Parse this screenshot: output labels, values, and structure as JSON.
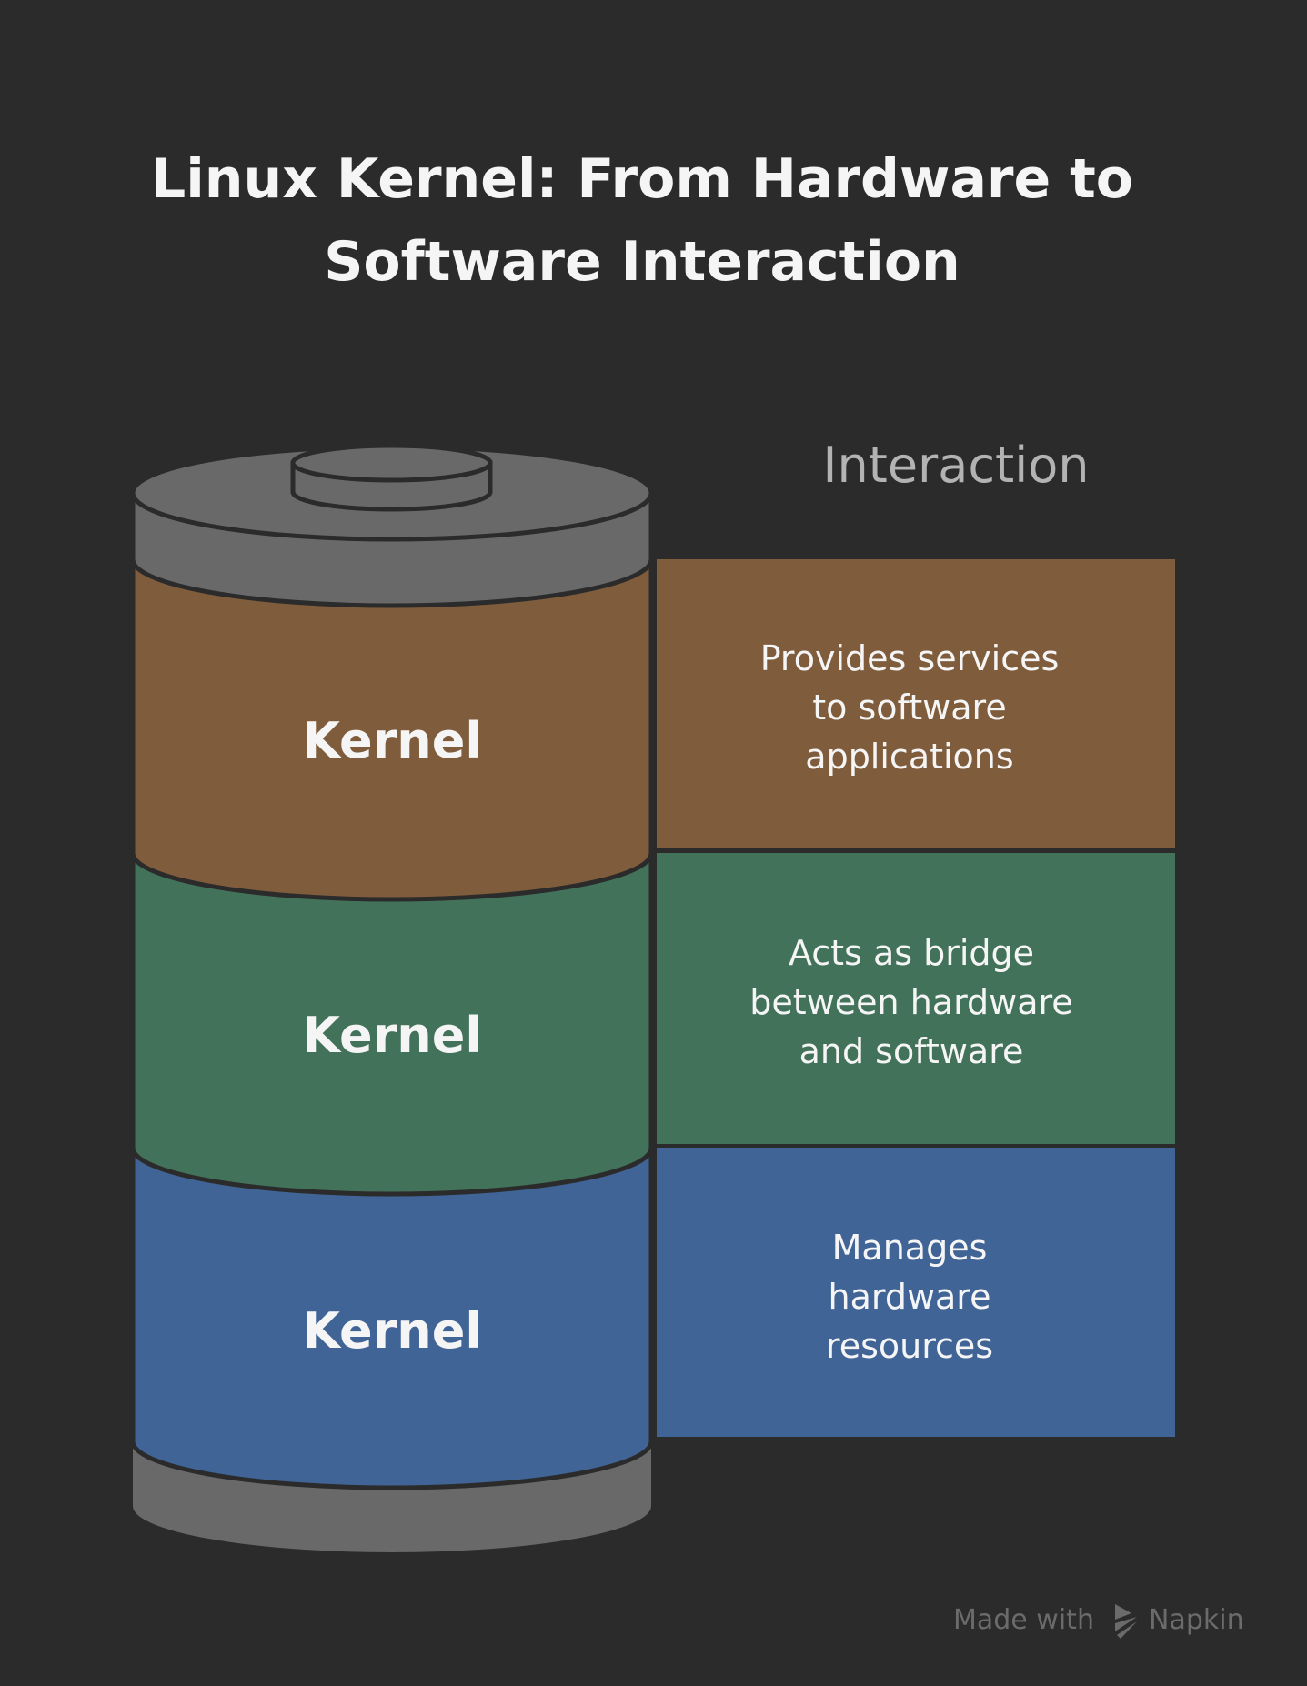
{
  "title": {
    "line1": "Linux Kernel: From Hardware to",
    "line2": "Software Interaction"
  },
  "column_header": "Interaction",
  "layers": [
    {
      "label": "Kernel",
      "description": [
        "Provides services",
        "to software",
        "applications"
      ],
      "color": "#7f5c3c"
    },
    {
      "label": "Kernel",
      "description": [
        "Acts as bridge",
        "between hardware",
        "and software"
      ],
      "color": "#42725a"
    },
    {
      "label": "Kernel",
      "description": [
        "Manages",
        "hardware",
        "resources"
      ],
      "color": "#416496"
    }
  ],
  "colors": {
    "background": "#2b2b2b",
    "cap": "#696969",
    "stroke": "#2b2b2b"
  },
  "footer": {
    "made_with": "Made with",
    "brand": "Napkin"
  }
}
